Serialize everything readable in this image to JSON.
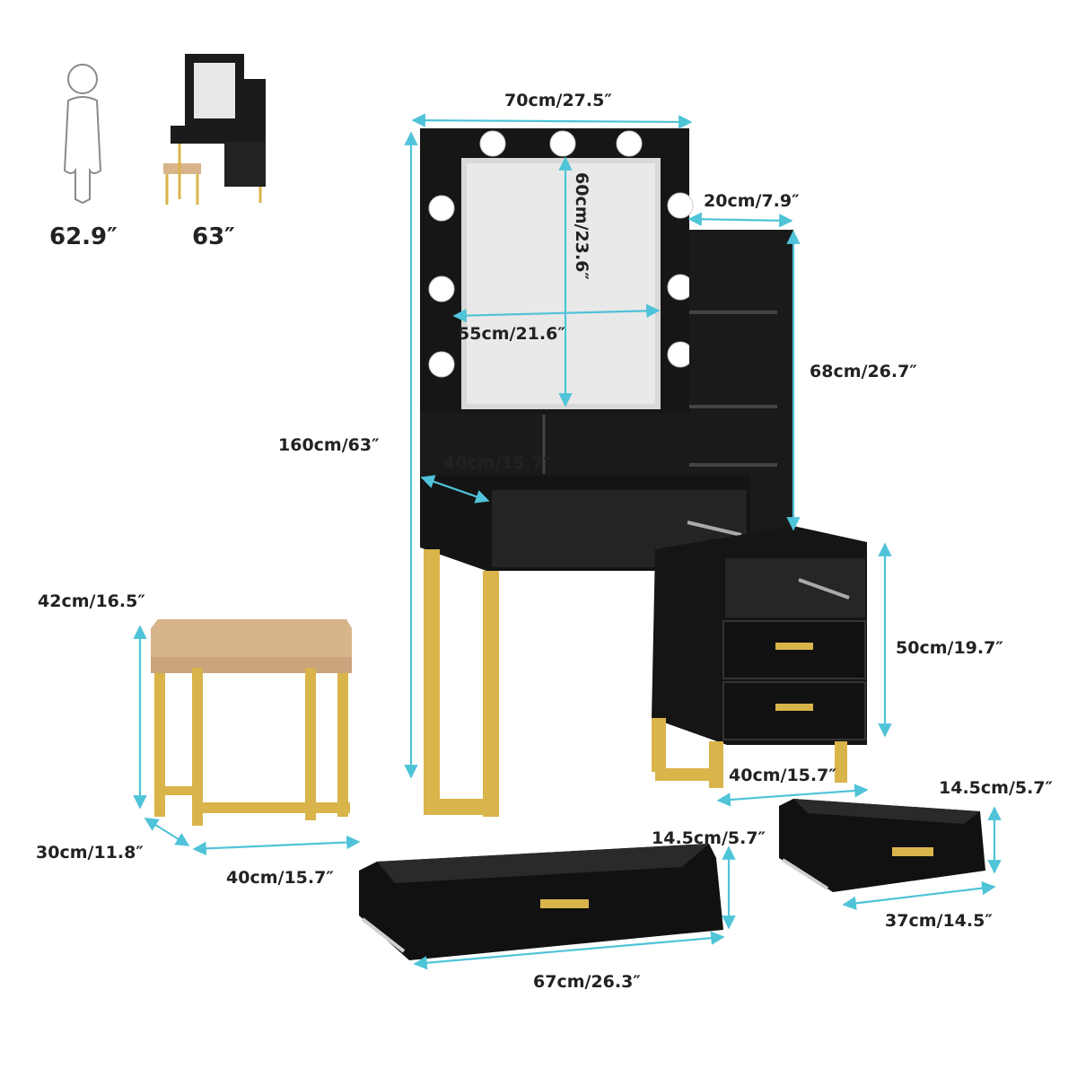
{
  "colors": {
    "measure": "#4fc3d8",
    "furniture": "#1b1b1b",
    "gold": "#d9b44a",
    "cushion": "#d8b48a",
    "bulb": "#ffffff"
  },
  "comparison": {
    "person_height": "62.9″",
    "vanity_height": "63″",
    "person_icon": "person-outline-icon"
  },
  "dimensions": {
    "mirror_cabinet_width": "70cm/27.5″",
    "mirror_height": "60cm/23.6″",
    "shelf_width": "20cm/7.9″",
    "mirror_width": "55cm/21.6″",
    "shelf_height": "68cm/26.7″",
    "total_height": "160cm/63″",
    "desk_depth": "40cm/15.7″",
    "stool_height": "42cm/16.5″",
    "cabinet_height": "50cm/19.7″",
    "cabinet_depth": "40cm/15.7″",
    "small_drawer_height": "14.5cm/5.7″",
    "stool_depth": "30cm/11.8″",
    "large_drawer_height": "14.5cm/5.7″",
    "stool_width": "40cm/15.7″",
    "small_drawer_width": "37cm/14.5″",
    "large_drawer_width": "67cm/26.3″"
  }
}
